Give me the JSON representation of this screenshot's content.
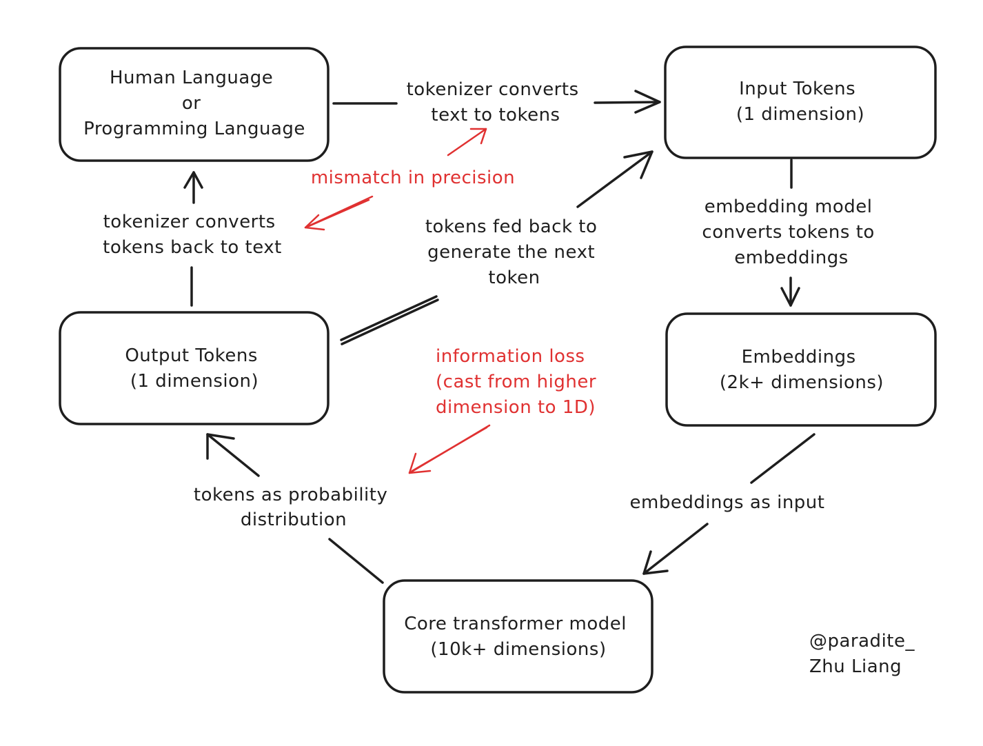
{
  "nodes": {
    "human_language": {
      "lines": [
        "Human Language",
        "or",
        "Programming Language"
      ]
    },
    "input_tokens": {
      "lines": [
        "Input Tokens",
        "(1 dimension)"
      ]
    },
    "output_tokens": {
      "lines": [
        "Output Tokens",
        "(1 dimension)"
      ]
    },
    "embeddings": {
      "lines": [
        "Embeddings",
        "(2k+ dimensions)"
      ]
    },
    "core_transformer": {
      "lines": [
        "Core transformer model",
        "(10k+ dimensions)"
      ]
    }
  },
  "edges": {
    "tokenize": {
      "lines": [
        "tokenizer converts",
        "text to tokens"
      ]
    },
    "detokenize": {
      "lines": [
        "tokenizer converts",
        "tokens back to text"
      ]
    },
    "feedback": {
      "lines": [
        "tokens fed back to",
        "generate the next",
        "token"
      ]
    },
    "embed": {
      "lines": [
        "embedding model",
        "converts tokens to",
        "embeddings"
      ]
    },
    "embeddings_input": {
      "lines": [
        "embeddings as input"
      ]
    },
    "probability": {
      "lines": [
        "tokens as probability",
        "distribution"
      ]
    }
  },
  "annotations": {
    "mismatch": {
      "lines": [
        "mismatch in precision"
      ]
    },
    "info_loss": {
      "lines": [
        "information loss",
        "(cast from higher",
        "dimension to 1D)"
      ]
    }
  },
  "credit": {
    "lines": [
      "@paradite_",
      "Zhu Liang"
    ]
  },
  "colors": {
    "ink": "#1e1e1e",
    "annotation": "#e03131",
    "background": "#ffffff"
  }
}
